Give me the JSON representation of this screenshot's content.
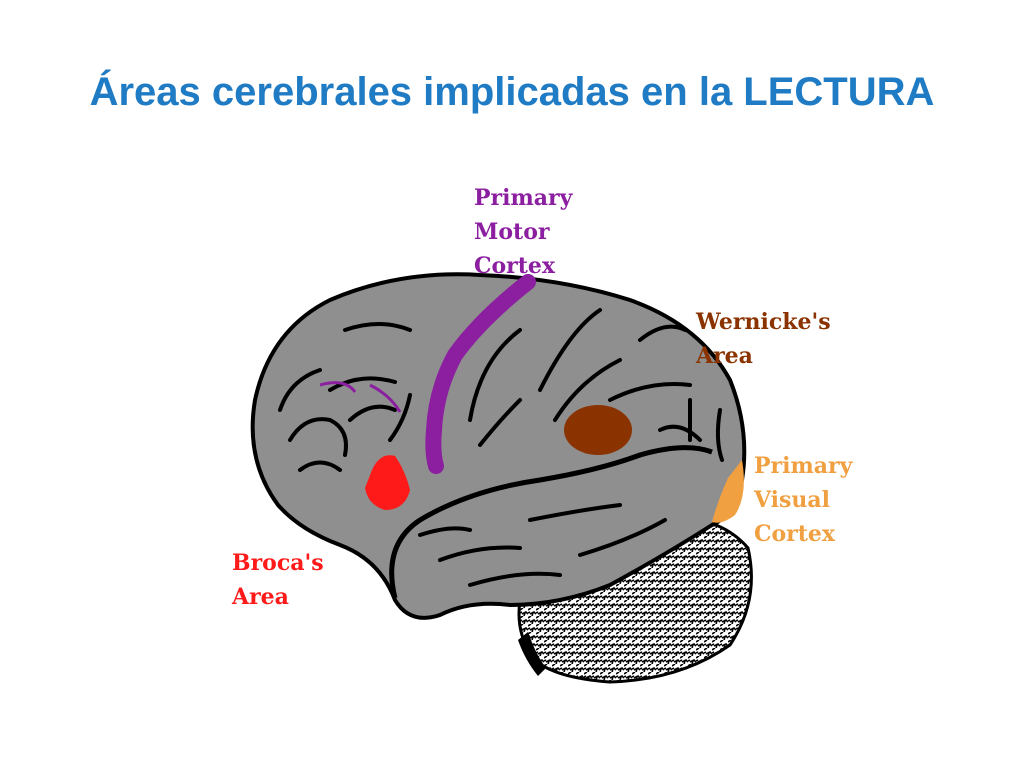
{
  "title": "Áreas cerebrales implicadas en la LECTURA",
  "labels": {
    "motor": "Primary\nMotor\nCortex",
    "wernicke": "Wernicke's\nArea",
    "visual": "Primary\nVisual\nCortex",
    "broca": "Broca's\nArea"
  },
  "colors": {
    "title": "#1f7bc4",
    "brain": "#8f8f8f",
    "outline": "#000000",
    "motor": "#8b1fa0",
    "wernicke": "#8a3300",
    "visual": "#f0a040",
    "broca": "#ff1a1a"
  }
}
